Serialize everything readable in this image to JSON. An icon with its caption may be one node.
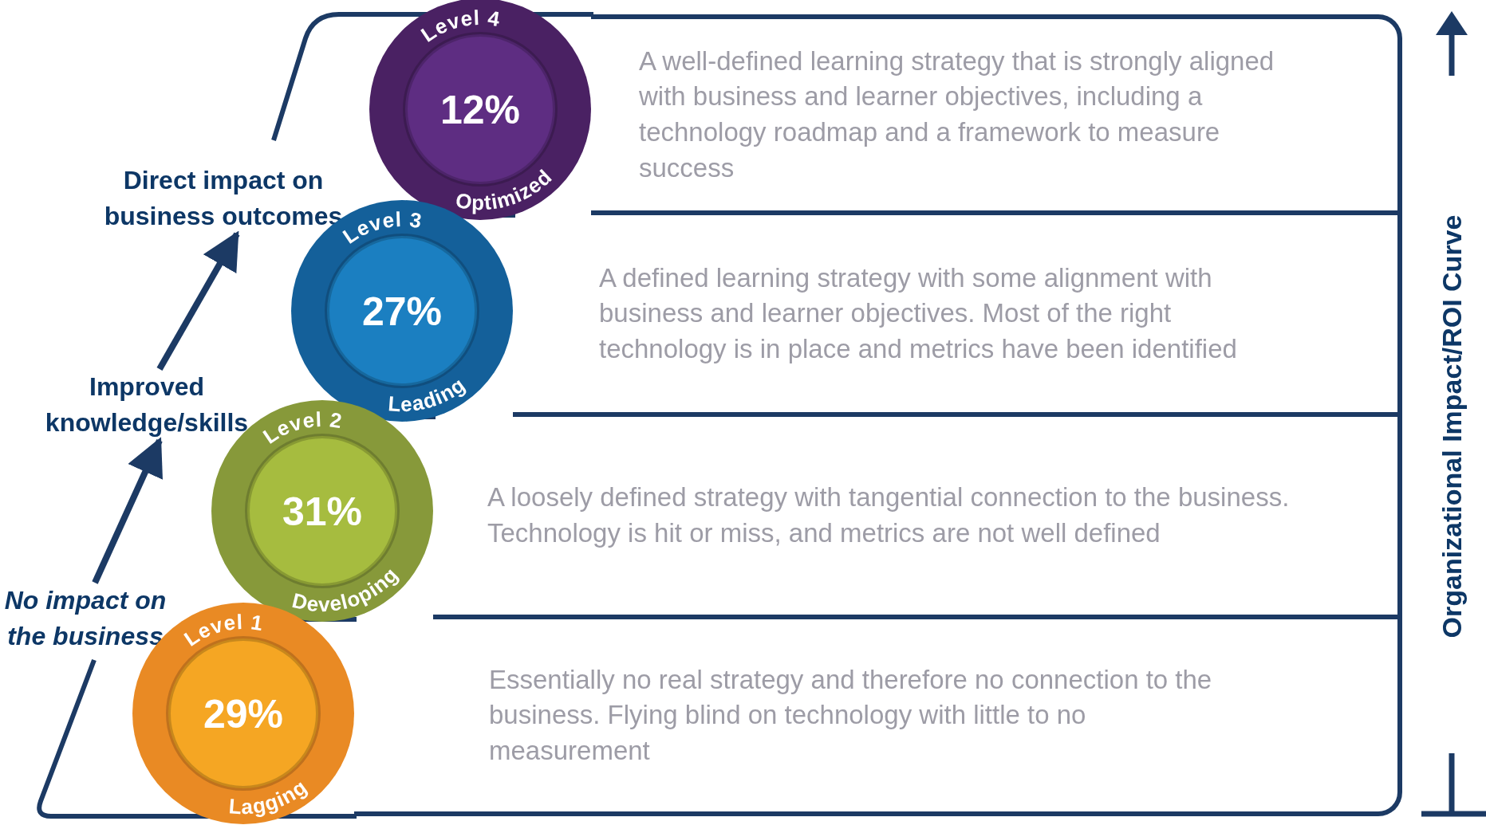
{
  "diagram": {
    "nodes": [
      {
        "text": [
          "A well-defined learning strategy that is strongly aligned with business and learner objectives, including a technology roadmap and a framework to measure success"
        ]
      },
      {
        "text": [
          "Level 4",
          "12%",
          "Optimized"
        ]
      },
      {
        "text": [
          "Direct impact on business outcomes"
        ]
      },
      {
        "text": [
          "A defined learning strategy with some alignment with business and learner objectives. Most of the right technology is in place and metrics have been identified"
        ]
      },
      {
        "text": [
          "Level 3",
          "27%",
          "Leading"
        ]
      },
      {
        "text": [
          "Improved knowledge/skills"
        ]
      },
      {
        "text": [
          "A loosely defined strategy with tangential connection to the business. Technology is hit or miss, and metrics are not well defined"
        ]
      },
      {
        "text": [
          "Level 2",
          "31%",
          "Developing"
        ]
      },
      {
        "text": [
          "No impact on the business"
        ]
      },
      {
        "text": [
          "Essentially no real strategy and therefore no connection to the business. Flying blind on technology with little to no measurement"
        ]
      },
      {
        "text": [
          "Level 1",
          "29%",
          "Lagging"
        ]
      }
    ],
    "edges": [
      {
        "from": 8,
        "to": 5,
        "arrow": "to"
      },
      {
        "from": 5,
        "to": 2,
        "arrow": "to"
      }
    ],
    "labels": [
      "Organizational Impact/ROI Curve"
    ]
  }
}
